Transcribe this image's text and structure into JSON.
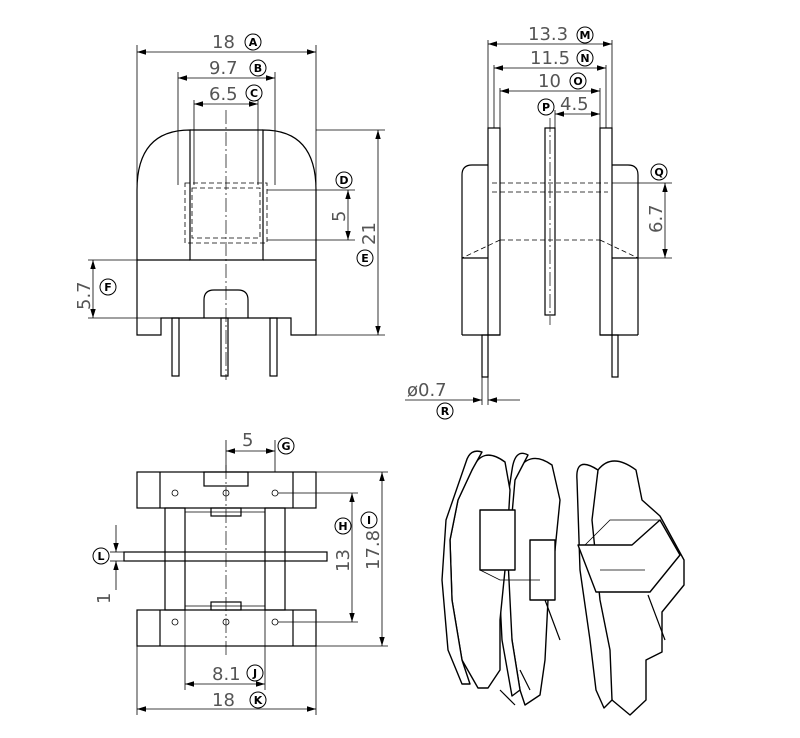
{
  "front_view": {
    "dims": [
      {
        "id": "A",
        "value": "18"
      },
      {
        "id": "B",
        "value": "9.7"
      },
      {
        "id": "C",
        "value": "6.5"
      },
      {
        "id": "D",
        "value": "5"
      },
      {
        "id": "E",
        "value": "21"
      },
      {
        "id": "F",
        "value": "5.7"
      }
    ]
  },
  "side_view": {
    "dims": [
      {
        "id": "M",
        "value": "13.3"
      },
      {
        "id": "N",
        "value": "11.5"
      },
      {
        "id": "O",
        "value": "10"
      },
      {
        "id": "P",
        "value": "4.5"
      },
      {
        "id": "Q",
        "value": "6.7"
      },
      {
        "id": "R",
        "value": "ø0.7"
      }
    ]
  },
  "bottom_view": {
    "dims": [
      {
        "id": "G",
        "value": "5"
      },
      {
        "id": "H",
        "value": "13"
      },
      {
        "id": "I",
        "value": "17.8"
      },
      {
        "id": "L",
        "value": "1"
      },
      {
        "id": "J",
        "value": "8.1"
      },
      {
        "id": "K",
        "value": "18"
      }
    ]
  }
}
